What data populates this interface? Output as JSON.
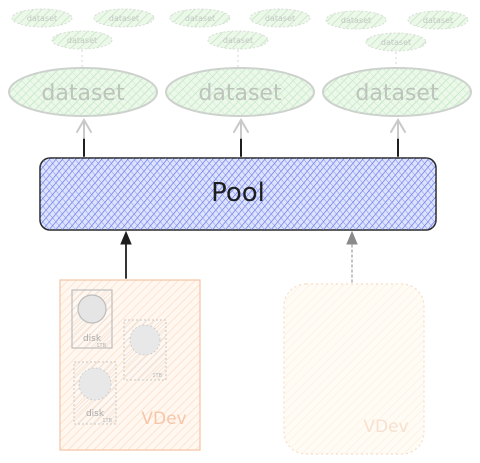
{
  "pool": {
    "label": "Pool"
  },
  "datasets": {
    "large": [
      "dataset",
      "dataset",
      "dataset"
    ],
    "small": [
      "dataset",
      "dataset",
      "dataset",
      "dataset",
      "dataset",
      "dataset",
      "dataset",
      "dataset",
      "dataset"
    ]
  },
  "vdevs": [
    {
      "label": "VDev",
      "disks": [
        {
          "label": "disk",
          "size": "1TB"
        },
        {
          "label": "",
          "size": "1TB"
        },
        {
          "label": "disk",
          "size": "1TB"
        }
      ]
    },
    {
      "label": "VDev"
    }
  ],
  "colors": {
    "dataset_fill": "#d8f0d4",
    "dataset_stroke": "#c6cbc6",
    "dataset_text": "#b9c2b9",
    "pool_fill": "#5a6fe0",
    "pool_stroke": "#2a2a2a",
    "vdev_fill": "#fde3cf",
    "vdev_stroke": "#f4b894",
    "vdev_text": "#f5c7a8",
    "vdev2_fill": "#fdf0df",
    "arrow_dark": "#1e1e1e",
    "arrow_light": "#c9c9c9"
  }
}
